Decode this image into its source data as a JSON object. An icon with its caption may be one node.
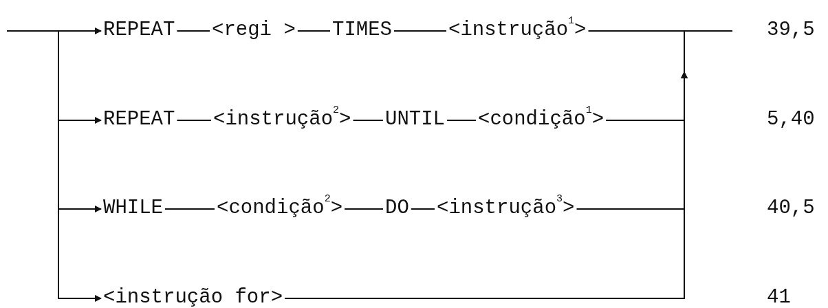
{
  "diagram": {
    "nodes": [
      {
        "text": [
          "REPEAT"
        ]
      },
      {
        "text": [
          "<regi >"
        ]
      },
      {
        "text": [
          "TIMES"
        ]
      },
      {
        "text": [
          "<instrução$^{1}$>"
        ]
      },
      {
        "text": [
          "REPEAT"
        ]
      },
      {
        "text": [
          "<instrução$^{2}$>"
        ]
      },
      {
        "text": [
          "UNTIL"
        ]
      },
      {
        "text": [
          "<condição$^{1}$>"
        ]
      },
      {
        "text": [
          "WHILE"
        ]
      },
      {
        "text": [
          "<condição$^{2}$>"
        ]
      },
      {
        "text": [
          "DO"
        ]
      },
      {
        "text": [
          "<instrução$^{3}$>"
        ]
      },
      {
        "text": [
          "<instrução for>"
        ]
      }
    ],
    "edges": [
      {
        "from": null,
        "to": 0,
        "arrow": "to"
      },
      {
        "from": 0,
        "to": 1,
        "arrow": "none"
      },
      {
        "from": 1,
        "to": 2,
        "arrow": "none"
      },
      {
        "from": 2,
        "to": 3,
        "arrow": "none"
      },
      {
        "from": 3,
        "to": null,
        "arrow": "none"
      },
      {
        "from": null,
        "to": 4,
        "arrow": "to"
      },
      {
        "from": 4,
        "to": 5,
        "arrow": "none"
      },
      {
        "from": 5,
        "to": 6,
        "arrow": "none"
      },
      {
        "from": 6,
        "to": 7,
        "arrow": "none"
      },
      {
        "from": 7,
        "to": null,
        "arrow": "to"
      },
      {
        "from": null,
        "to": 8,
        "arrow": "to"
      },
      {
        "from": 8,
        "to": 9,
        "arrow": "none"
      },
      {
        "from": 9,
        "to": 10,
        "arrow": "none"
      },
      {
        "from": 10,
        "to": 11,
        "arrow": "none"
      },
      {
        "from": 11,
        "to": null,
        "arrow": "to"
      },
      {
        "from": null,
        "to": 12,
        "arrow": "to"
      },
      {
        "from": 12,
        "to": null,
        "arrow": "to"
      }
    ],
    "labels": [
      "39,5",
      "5,40",
      "40,5",
      "41"
    ]
  }
}
